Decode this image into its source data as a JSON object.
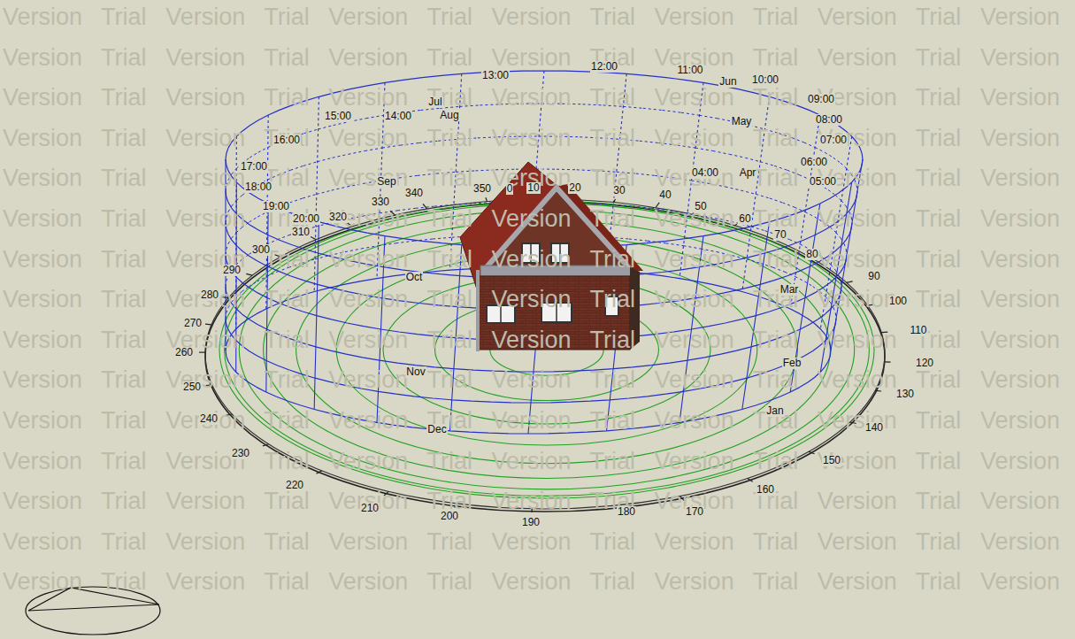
{
  "diagram": {
    "labels": [
      "13:00",
      "12:00",
      "11:00",
      "10:00",
      "09:00",
      "08:00",
      "07:00",
      "06:00",
      "05:00",
      "04:00",
      "14:00",
      "15:00",
      "16:00",
      "17:00",
      "18:00",
      "19:00",
      "20:00",
      "Jul",
      "Jun",
      "Aug",
      "May",
      "Sep",
      "Apr",
      "Oct",
      "Mar",
      "Nov",
      "Feb",
      "Dec",
      "Jan",
      "0",
      "10",
      "20",
      "30",
      "40",
      "50",
      "60",
      "70",
      "80",
      "90",
      "100",
      "110",
      "120",
      "130",
      "140",
      "150",
      "160",
      "170",
      "180",
      "190",
      "200",
      "210",
      "220",
      "230",
      "240",
      "250",
      "260",
      "270",
      "280",
      "290",
      "300",
      "310",
      "320",
      "330",
      "340",
      "350",
      "Version Trial Version Trial Version Trial Version Trial Version Trial Version Trial Version",
      "Version Trial Version Trial Version Trial Version Trial Version Trial Version Trial Version",
      "Version Trial Version Trial Version Trial Version Trial Version Trial Version Trial Version",
      "Version Trial Version Trial Version Trial Version Trial Version Trial Version Trial Version",
      "Version Trial Version Trial Version Trial Version Trial Version Trial Version Trial Version",
      "Version Trial Version Trial Version Trial Version Trial Version Trial Version Trial Version",
      "Version Trial Version Trial Version Trial Version Trial Version Trial Version Trial Version",
      "Version Trial Version Trial Version Trial Version Trial Version Trial Version Trial Version",
      "Version Trial Version Trial Version Trial Version Trial Version Trial Version Trial Version",
      "Version Trial Version Trial Version Trial Version Trial Version Trial Version Trial Version",
      "Version Trial Version Trial Version Trial Version Trial Version Trial Version Trial Version",
      "Version Trial Version Trial Version Trial Version Trial Version Trial Version Trial Version",
      "Version Trial Version Trial Version Trial Version Trial Version Trial Version Trial Version",
      "Version Trial Version Trial Version Trial Version Trial Version Trial Version Trial Version",
      "Version Trial Version Trial Version Trial Version Trial Version Trial Version Trial Version"
    ]
  }
}
